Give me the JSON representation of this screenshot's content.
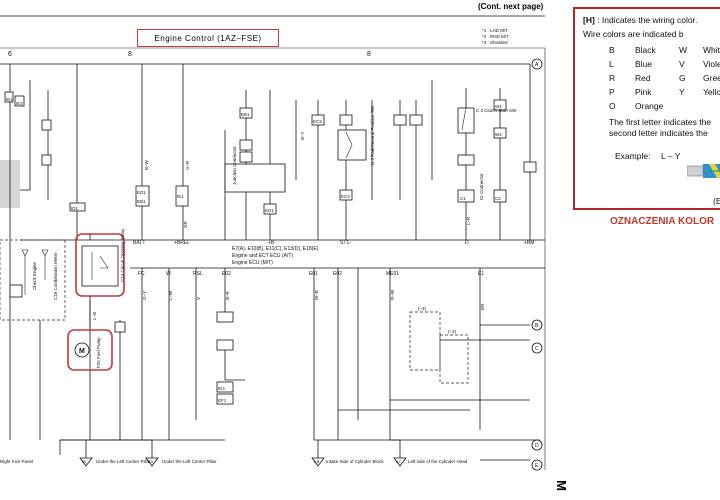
{
  "header": {
    "cont_label": "(Cont.  next page)",
    "side_mark": "M"
  },
  "diagram_title": "Engine Control (1AZ–FSE)",
  "notes": [
    "*1 : LHD M/T",
    "*2 : RHD M/T",
    "*3 : Shielded"
  ],
  "column_numbers": [
    "6",
    "8",
    "8"
  ],
  "bus_labels": [
    "BATT",
    "+BREL",
    "+B",
    "ST1-",
    "D",
    "+BM",
    "FC",
    "W",
    "RSL",
    "E02",
    "E01",
    "E02",
    "ME01",
    "E1"
  ],
  "ecu_label": {
    "line1": "E7(A), E10(B), E11(C), E13(D), E18(E)",
    "line2": "Engine and ECT ECU (A/T)",
    "line3": "Engine ECU (M/T)"
  },
  "component_labels": {
    "circuit_opening_relay": "C14 Circuit Opening Relay",
    "fuel_pump": "F25 Fuel Pump",
    "combination_meter": "C16 Combination Meter",
    "check_engine": "Check Engine",
    "clutch_start_sw": "C 3 Clutch Start SW",
    "neutral_start_sw": "N 3 Park/Neutral Position SW",
    "junction_connector": "Junction Connector",
    "ig_connector": "IG Connector"
  },
  "connector_codes": [
    "IE1",
    "IE3",
    "ID1",
    "ED1",
    "EB1",
    "IE1",
    "IE4",
    "EF1",
    "C1",
    "C2",
    "W1",
    "W2",
    "EB1",
    "EC3",
    "EC3",
    "ED1"
  ],
  "wire_codes": [
    "B–W",
    "G–R",
    "L–B",
    "L–W",
    "W–B",
    "B–R",
    "GR",
    "G–Y",
    "BR",
    "B–Y",
    "L–R",
    "V",
    "R–W"
  ],
  "ground_labels": [
    "Right Kick Panel",
    "Under the Left Center Pillar",
    "Under the Left Center Pillar",
    "Intake Side of Cylinder Block",
    "Left side of the Cylinder Head"
  ],
  "ground_codes": [
    "IB",
    "EA",
    "EB",
    "EC"
  ],
  "dashed_box_labels": [
    "(–3)",
    "(–3)"
  ],
  "edge_markers": [
    "A",
    "B",
    "C",
    "D",
    "E"
  ],
  "legend": {
    "code": "[H]",
    "intro": ": Indicates the wiring color.",
    "line2": "Wire colors are indicated b",
    "colors": [
      {
        "code": "B",
        "name": "Black"
      },
      {
        "code": "W",
        "name": "Whit"
      },
      {
        "code": "L",
        "name": "Blue"
      },
      {
        "code": "V",
        "name": "Viole"
      },
      {
        "code": "R",
        "name": "Red"
      },
      {
        "code": "G",
        "name": "Gree"
      },
      {
        "code": "P",
        "name": "Pink"
      },
      {
        "code": "Y",
        "name": "Yello"
      },
      {
        "code": "O",
        "name": "Orange"
      }
    ],
    "note1": "The first letter indicates the",
    "note2": "second letter indicates the",
    "example_label": "Example:",
    "example_value": "L – Y",
    "corner_letter": "(E",
    "wire_colors": {
      "base": "#2c8fd6",
      "stripe": "#e6d33a",
      "core": "#2ba35a"
    }
  },
  "legend_heading": "OZNACZENIA KOLOR",
  "highlight_color": "#c0393b",
  "chassis_color": "#d6d6d6"
}
